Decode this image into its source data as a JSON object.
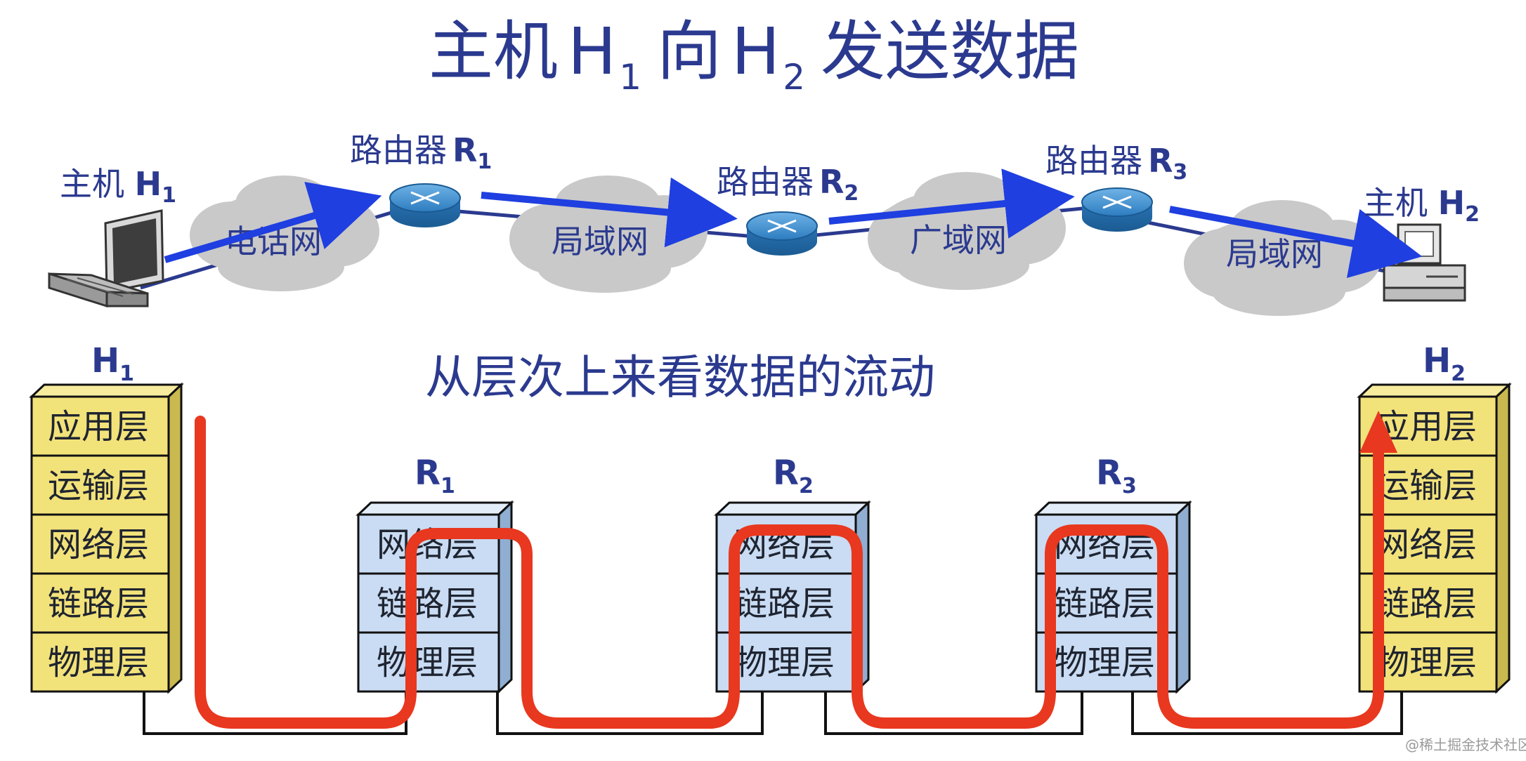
{
  "title": {
    "p1": "主机",
    "h": "H",
    "s1": "1",
    "p2": "向",
    "h2": "H",
    "s2": "2",
    "p3": "发送数据"
  },
  "subtitle": "从层次上来看数据的流动",
  "network": {
    "host1": {
      "prefix": "主机 ",
      "h": "H",
      "sub": "1"
    },
    "host2": {
      "prefix": "主机 ",
      "h": "H",
      "sub": "2"
    },
    "r1": {
      "prefix": "路由器",
      "r": "R",
      "sub": "1"
    },
    "r2": {
      "prefix": "路由器",
      "r": "R",
      "sub": "2"
    },
    "r3": {
      "prefix": "路由器",
      "r": "R",
      "sub": "3"
    },
    "clouds": [
      "电话网",
      "局域网",
      "广域网",
      "局域网"
    ]
  },
  "stacks": {
    "h1": {
      "main": "H",
      "sub": "1",
      "layers": [
        "应用层",
        "运输层",
        "网络层",
        "链路层",
        "物理层"
      ]
    },
    "r1": {
      "main": "R",
      "sub": "1",
      "layers": [
        "网络层",
        "链路层",
        "物理层"
      ]
    },
    "r2": {
      "main": "R",
      "sub": "2",
      "layers": [
        "网络层",
        "链路层",
        "物理层"
      ]
    },
    "r3": {
      "main": "R",
      "sub": "3",
      "layers": [
        "网络层",
        "链路层",
        "物理层"
      ]
    },
    "h2": {
      "main": "H",
      "sub": "2",
      "layers": [
        "应用层",
        "运输层",
        "网络层",
        "链路层",
        "物理层"
      ]
    }
  },
  "colors": {
    "text_blue": "#2b3a8f",
    "arrow_blue": "#1f3fe0",
    "host_layer_fill": "#f2e27a",
    "router_layer_fill": "#c9dcf3",
    "flow_red": "#e8381f",
    "cloud_gray": "#c9c9c9"
  },
  "watermark": "@稀土掘金技术社区"
}
